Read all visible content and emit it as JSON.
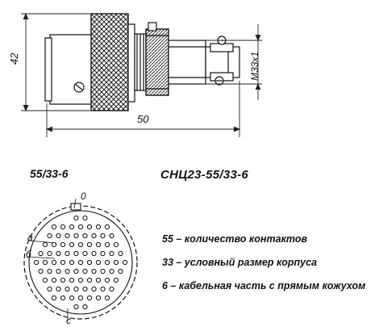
{
  "drawing": {
    "dimension_height": "42",
    "dimension_length": "50",
    "dimension_thread": "M33x1"
  },
  "face_view": {
    "label": "55/33-6",
    "mark_top": "0",
    "mark_a": "a",
    "mark_b": "б",
    "mark_c": "с"
  },
  "designation": "СНЦ23-55/33-6",
  "legend": [
    "55 – количество контактов",
    "33 – условный размер корпуса",
    "6 – кабельная часть с прямым кожухом"
  ]
}
